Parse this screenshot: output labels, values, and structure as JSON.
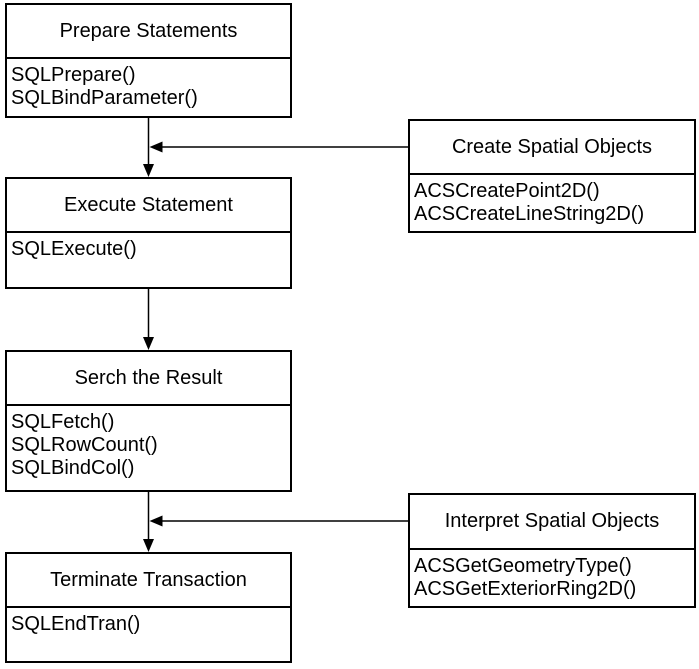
{
  "diagram": {
    "background_color": "#ffffff",
    "line_color": "#000000",
    "text_color": "#000000",
    "boxes": [
      {
        "id": "prepare-statements",
        "title": "Prepare Statements",
        "items": [
          "SQLPrepare()",
          "SQLBindParameter()"
        ]
      },
      {
        "id": "execute-statement",
        "title": "Execute Statement",
        "items": [
          "SQLExecute()"
        ]
      },
      {
        "id": "search-the-result",
        "title": "Serch the Result",
        "items": [
          "SQLFetch()",
          "SQLRowCount()",
          "SQLBindCol()"
        ]
      },
      {
        "id": "terminate-transaction",
        "title": "Terminate Transaction",
        "items": [
          "SQLEndTran()"
        ]
      },
      {
        "id": "create-spatial-objects",
        "title": "Create Spatial Objects",
        "items": [
          "ACSCreatePoint2D()",
          "ACSCreateLineString2D()"
        ]
      },
      {
        "id": "interpret-spatial-objects",
        "title": "Interpret Spatial Objects",
        "items": [
          "ACSGetGeometryType()",
          "ACSGetExteriorRing2D()"
        ]
      }
    ],
    "edges": [
      {
        "from": "prepare-statements",
        "to": "execute-statement",
        "style": "arrow-down"
      },
      {
        "from": "create-spatial-objects",
        "to": "flow-prepare-to-execute",
        "style": "arrow-left"
      },
      {
        "from": "execute-statement",
        "to": "search-the-result",
        "style": "arrow-down"
      },
      {
        "from": "search-the-result",
        "to": "terminate-transaction",
        "style": "arrow-down"
      },
      {
        "from": "interpret-spatial-objects",
        "to": "flow-search-to-terminate",
        "style": "arrow-left"
      }
    ]
  }
}
